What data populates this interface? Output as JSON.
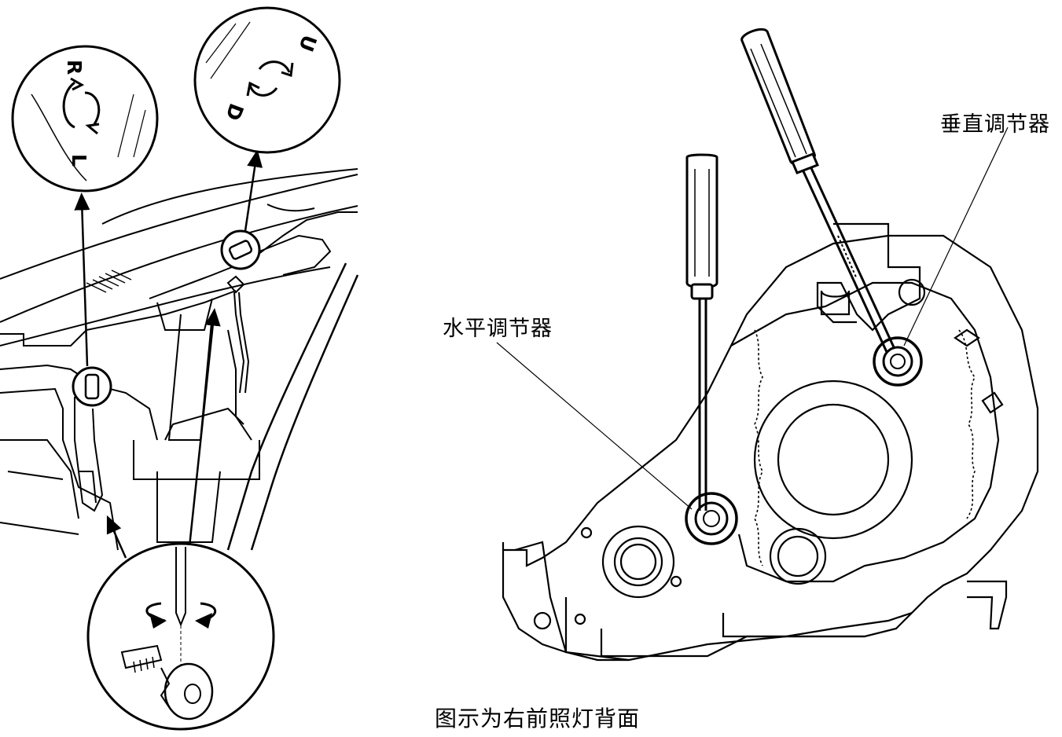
{
  "labels": {
    "horizontal_adjuster": "水平调节器",
    "vertical_adjuster": "垂直调节器",
    "caption": "图示为右前照灯背面"
  },
  "dial_horizontal": {
    "top_letter": "R",
    "bottom_letter": "L"
  },
  "dial_vertical": {
    "top_letter": "U",
    "bottom_letter": "D"
  },
  "colors": {
    "ink": "#000000",
    "paper": "#ffffff"
  }
}
